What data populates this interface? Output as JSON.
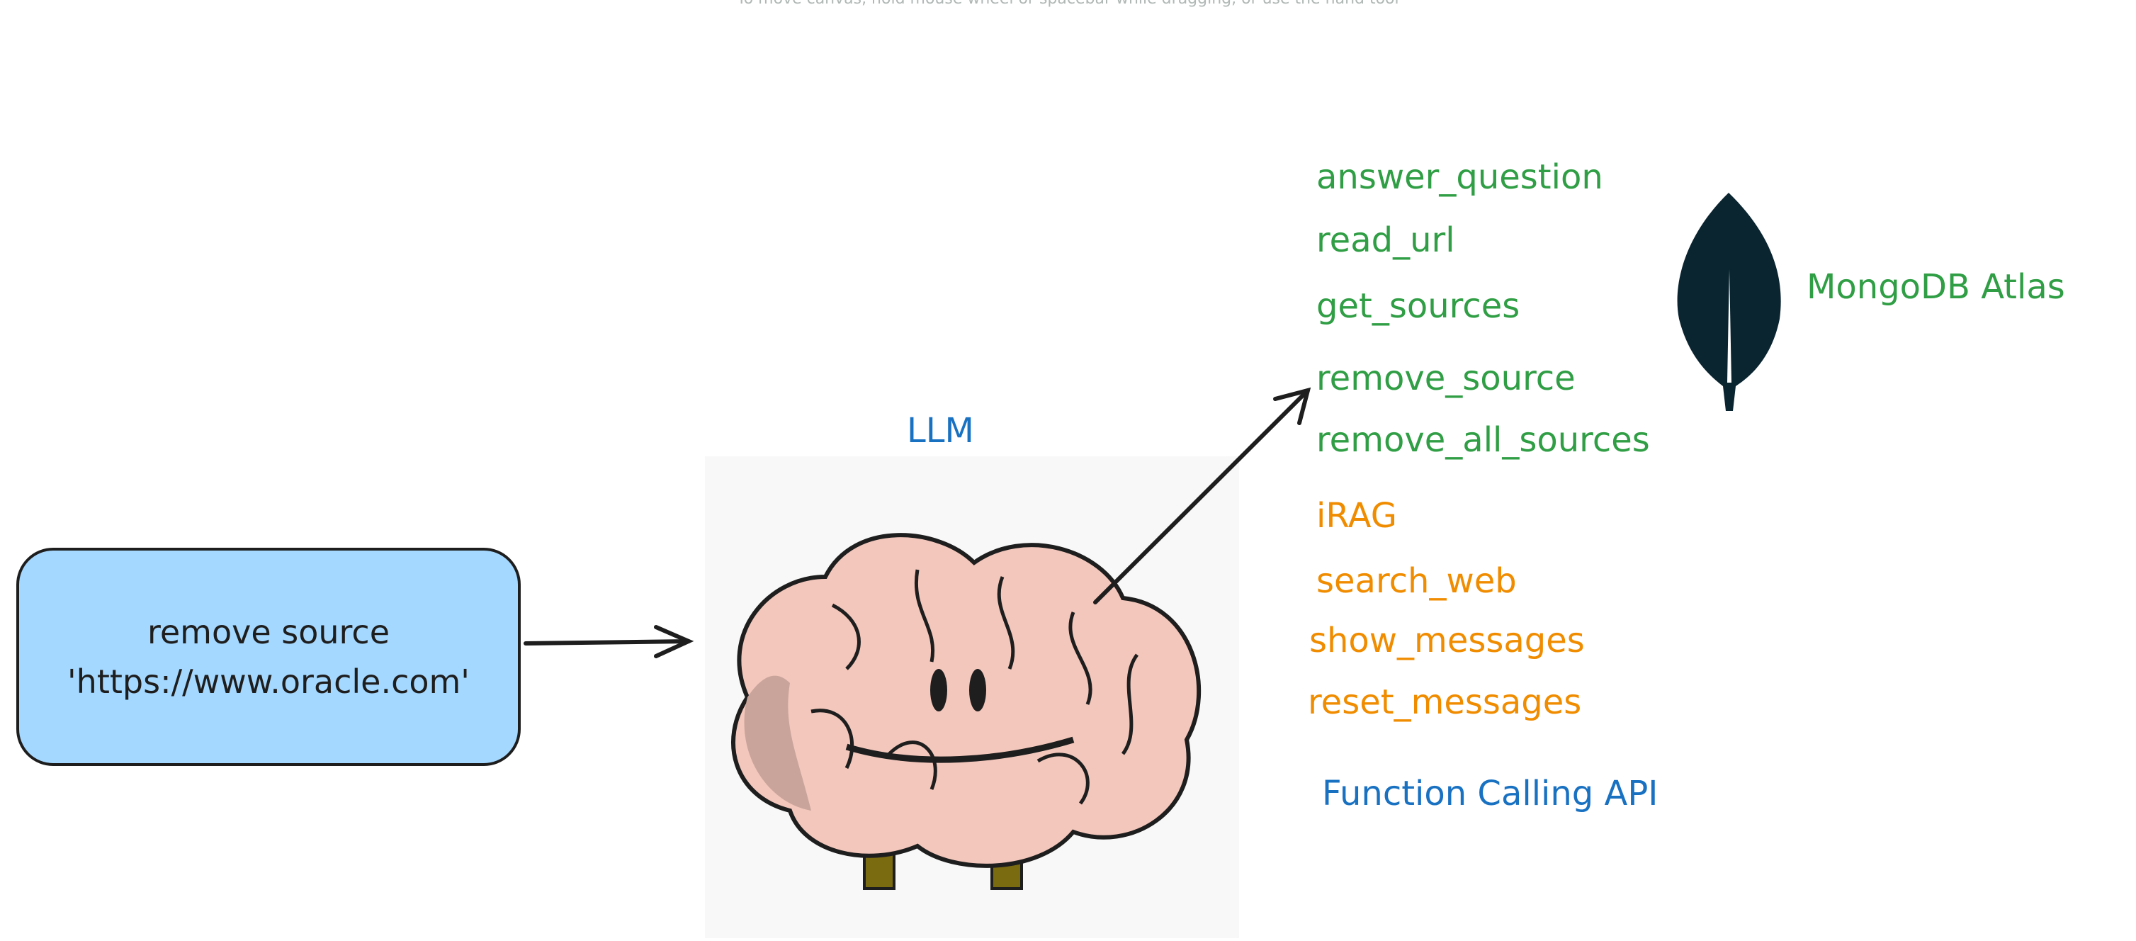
{
  "hint": "To move canvas, hold mouse wheel or spacebar while dragging, or use the hand tool",
  "input_box": {
    "line1": "remove source",
    "line2": "'https://www.oracle.com'"
  },
  "llm_label": "LLM",
  "functions": {
    "mongodb": [
      "answer_question",
      "read_url",
      "get_sources",
      "remove_source",
      "remove_all_sources"
    ],
    "other": [
      "iRAG",
      "search_web",
      "show_messages",
      "reset_messages"
    ]
  },
  "function_calling_label": "Function Calling API",
  "mongodb_label": "MongoDB Atlas",
  "colors": {
    "green": "#2f9e44",
    "orange": "#f08c00",
    "blue": "#1971c2",
    "box": "#a5d8ff",
    "leaf": "#0a2530"
  }
}
